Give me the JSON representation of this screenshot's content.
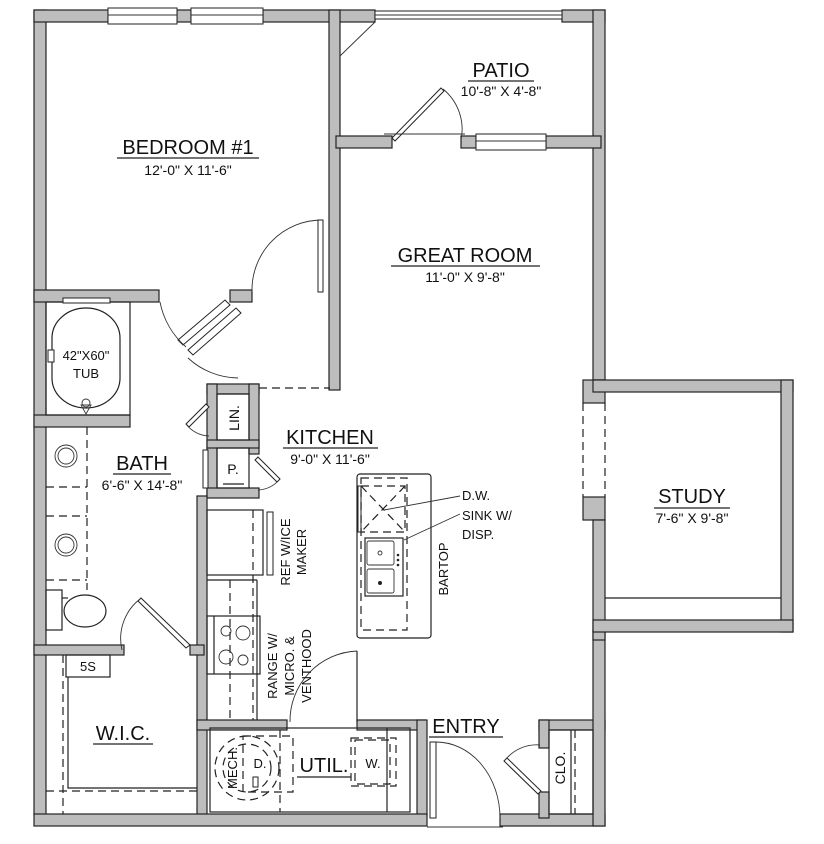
{
  "plan": {
    "wall_color": "#bdbdbd",
    "rooms": {
      "bedroom": {
        "name": "BEDROOM #1",
        "dims": "12'-0\" X 11'-6\""
      },
      "patio": {
        "name": "PATIO",
        "dims": "10'-8\" X 4'-8\""
      },
      "great_room": {
        "name": "GREAT ROOM",
        "dims": "11'-0\" X 9'-8\""
      },
      "kitchen": {
        "name": "KITCHEN",
        "dims": "9'-0\" X 11'-6\""
      },
      "bath": {
        "name": "BATH",
        "dims": "6'-6\" X 14'-8\""
      },
      "study": {
        "name": "STUDY",
        "dims": "7'-6\" X 9'-8\""
      },
      "wic": {
        "name": "W.I.C."
      },
      "entry": {
        "name": "ENTRY"
      },
      "util": {
        "name": "UTIL."
      }
    },
    "fixtures": {
      "tub_line1": "42\"X60\"",
      "tub_line2": "TUB",
      "linen": "LIN.",
      "pantry": "P.",
      "ref_line1": "REF W/ICE",
      "ref_line2": "MAKER",
      "range_line1": "RANGE W/",
      "range_line2": "MICRO. &",
      "range_line3": "VENTHOOD",
      "dw": "D.W.",
      "sink_line1": "SINK W/",
      "sink_line2": "DISP.",
      "bartop": "BARTOP",
      "shelf": "5S",
      "mech": "MECH.",
      "dryer": "D.",
      "washer": "W.",
      "closet": "CLO."
    }
  }
}
